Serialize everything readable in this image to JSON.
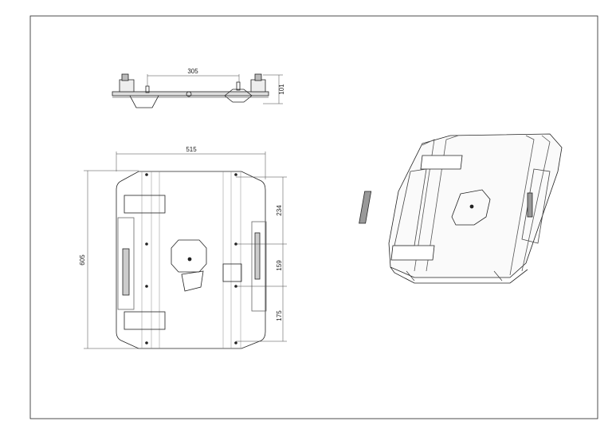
{
  "drawing": {
    "side_view": {
      "dim_width": "305",
      "dim_height": "101"
    },
    "top_view": {
      "dim_width": "515",
      "dim_height": "605",
      "dim_upper": "234",
      "dim_middle": "159",
      "dim_lower": "175"
    }
  },
  "colors": {
    "line": "#222222",
    "thin": "#888888",
    "background": "#ffffff"
  }
}
